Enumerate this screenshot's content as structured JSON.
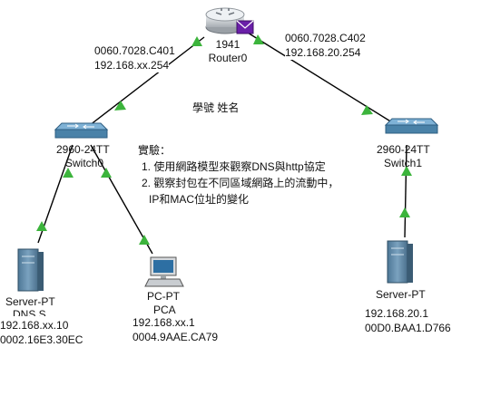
{
  "title": "學號 姓名",
  "router": {
    "model": "1941",
    "name": "Router0"
  },
  "router_left_if": {
    "mac": "0060.7028.C401",
    "ip": "192.168.xx.254"
  },
  "router_right_if": {
    "mac": "0060.7028.C402",
    "ip": "192.168.20.254"
  },
  "switch0": {
    "model": "2960-24TT",
    "name": "Switch0"
  },
  "switch1": {
    "model": "2960-24TT",
    "name": "Switch1"
  },
  "server_dns": {
    "type": "Server-PT",
    "name": "DNS S...",
    "ip": "192.168.xx.10",
    "mac": "0002.16E3.30EC"
  },
  "pca": {
    "type": "PC-PT",
    "name": "PCA",
    "ip": "192.168.xx.1",
    "mac": "0004.9AAE.CA79"
  },
  "server_web": {
    "type": "Server-PT",
    "ip": "192.168.20.1",
    "mac": "00D0.BAA1.D766"
  },
  "note": {
    "heading": "實驗：",
    "items": [
      "1. 使用網路模型來觀察DNS與http協定",
      "2. 觀察封包在不同區域網路上的流動中，",
      "IP和MAC位址的變化"
    ]
  },
  "colors": {
    "link": "#000000",
    "status_up": "#3cb43c",
    "switch": "#4a82a8",
    "server": "#5f87a5",
    "envelope": "#6a1fa8"
  },
  "icons": [
    "router-icon",
    "switch-icon",
    "server-icon",
    "pc-icon",
    "envelope-icon",
    "link-up-triangle"
  ]
}
